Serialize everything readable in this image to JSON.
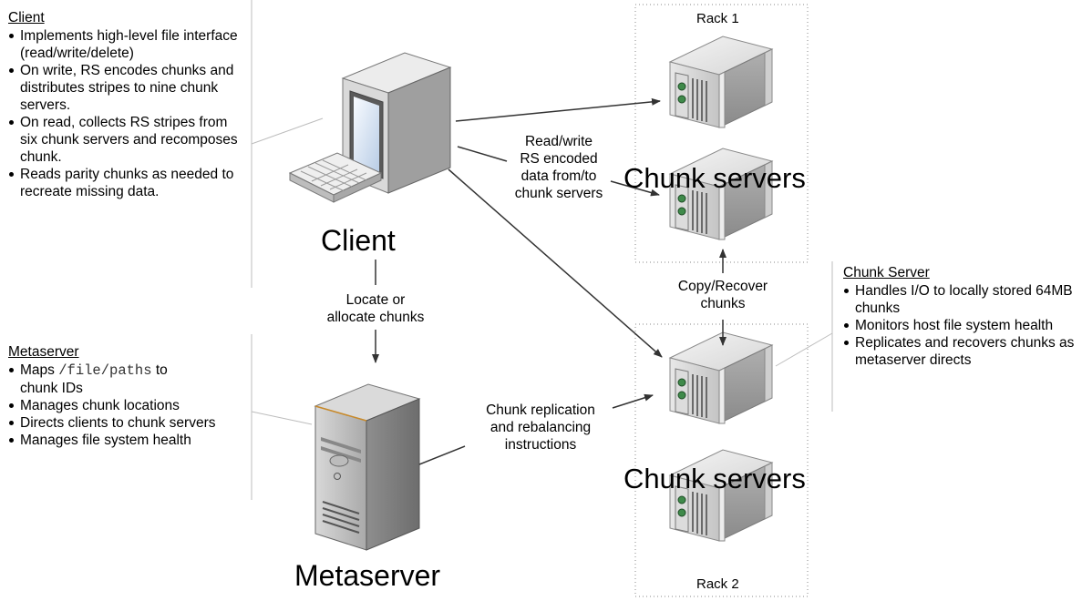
{
  "client_note": {
    "heading": "Client",
    "items": [
      "Implements high-level file interface (read/write/delete)",
      "On write, RS encodes chunks and distributes stripes to nine chunk servers.",
      "On read, collects RS stripes from six chunk servers and recomposes chunk.",
      "Reads parity chunks as needed to recreate missing data."
    ]
  },
  "metaserver_note": {
    "heading": "Metaserver",
    "item1_path": "/file/paths",
    "item1_suffix": "to chunk IDs",
    "item1_prefix": "Maps",
    "items": [
      "Manages chunk locations",
      "Directs clients to chunk servers",
      "Manages file system health"
    ]
  },
  "chunkserver_note": {
    "heading": "Chunk Server",
    "items": [
      "Handles I/O to locally stored 64MB chunks",
      "Monitors host file system health",
      "Replicates and recovers chunks as metaserver directs"
    ]
  },
  "labels": {
    "client": "Client",
    "metaserver": "Metaserver",
    "chunk_servers_1": "Chunk servers",
    "chunk_servers_2": "Chunk servers",
    "rack1": "Rack 1",
    "rack2": "Rack 2"
  },
  "edges": {
    "client_chunk": [
      "Read/write",
      "RS encoded",
      "data from/to",
      "chunk servers"
    ],
    "locate": [
      "Locate or",
      "allocate chunks"
    ],
    "copy": [
      "Copy/Recover",
      "chunks"
    ],
    "replication": [
      "Chunk replication",
      "and rebalancing",
      "instructions"
    ]
  }
}
